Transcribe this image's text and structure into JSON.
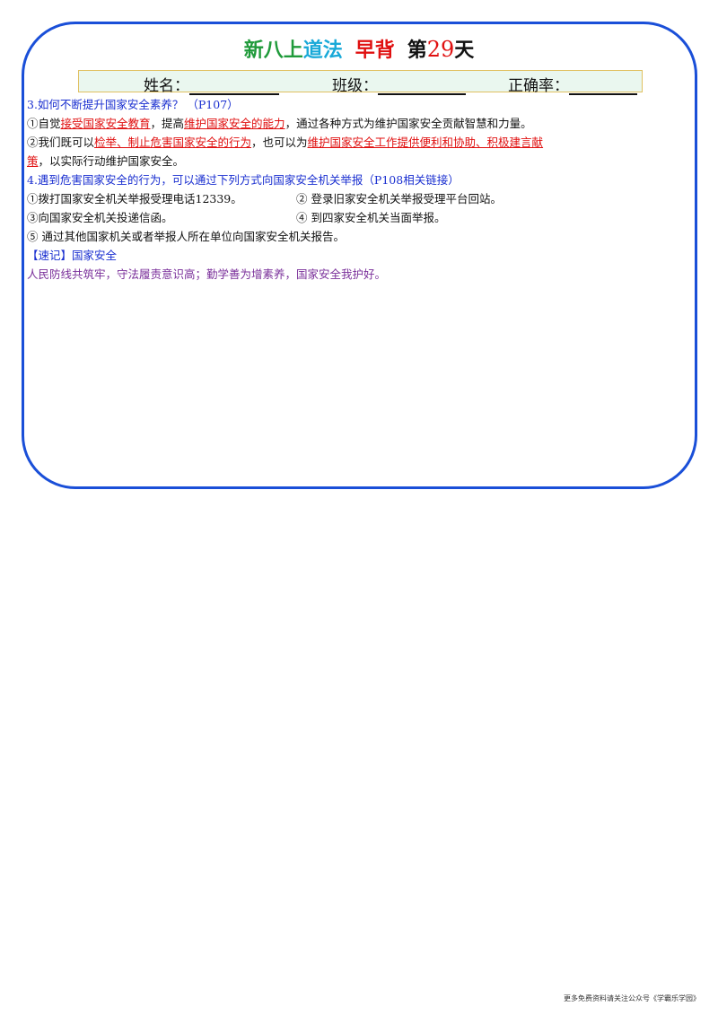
{
  "title": {
    "part1": "新八上",
    "part2": "道法",
    "part3": "早背",
    "part4": "第",
    "day": "29",
    "part5": "天"
  },
  "info": {
    "name_label": "姓名：",
    "class_label": "班级：",
    "accuracy_label": "正确率："
  },
  "q3": {
    "heading": " 3.如何不断提升国家安全素养？ （P107）",
    "l1_a": "①自觉",
    "l1_b": "接受国家安全教育",
    "l1_c": "，提高",
    "l1_d": "维护国家安全的能力",
    "l1_e": "，通过各种方式为维护国家安全贡献智慧和力量。",
    "l2_a": "②我们既可以",
    "l2_b": "检举、制止危害国家安全的行为",
    "l2_c": "，也可以为",
    "l2_d": "维护国家安全工作提供便利和协助、积极建言献",
    "l3_a": "策",
    "l3_b": "，以实际行动维护国家安全。"
  },
  "q4": {
    "heading": "4.遇到危害国家安全的行为，可以通过下列方式向国家安全机关举报（P108相关链接）",
    "item1": "①拨打国家安全机关举报受理电话12339。",
    "item2": "② 登录旧家安全机关举报受理平台回站。",
    "item3": "③向国家安全机关投递信函。",
    "item4": "④ 到四家安全机关当面举报。",
    "item5": "⑤ 通过其他国家机关或者举报人所在单位向国家安全机关报告。"
  },
  "memo": {
    "label": " 【速记】国家安全",
    "text": "人民防线共筑牢，守法履责意识高；勤学善为增素养，国家安全我护好。"
  },
  "footer": "更多免费资料请关注公众号《学霸乐学园》",
  "colors": {
    "border": "#1a4fd8",
    "green": "#1f9a3a",
    "cyan": "#19a9d8",
    "red": "#e01010",
    "blue": "#1a2fd0",
    "purple": "#7a2f9a"
  }
}
